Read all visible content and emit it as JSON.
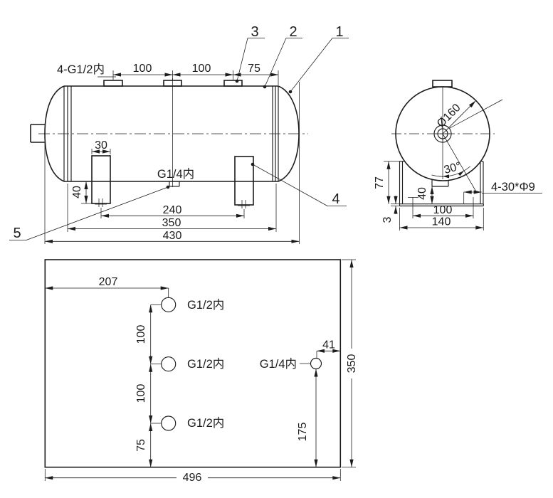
{
  "drawing": {
    "colors": {
      "line": "#1c1c1c",
      "background": "#ffffff"
    },
    "side_view": {
      "ports_label": "4-G1/2内",
      "dim_100a": "100",
      "dim_100b": "100",
      "dim_75": "75",
      "dim_30": "30",
      "dim_40": "40",
      "drain_label": "G1/4内",
      "dim_240": "240",
      "dim_350": "350",
      "dim_430": "430",
      "callout_1": "1",
      "callout_2": "2",
      "callout_3": "3",
      "callout_4": "4",
      "callout_5": "5"
    },
    "end_view": {
      "dim_diameter": "Ø160",
      "dim_angle": "30°",
      "dim_77": "77",
      "dim_40": "40",
      "dim_3": "3",
      "dim_100": "100",
      "dim_140": "140",
      "slots_label": "4-30*Φ9"
    },
    "plan_view": {
      "dim_207": "207",
      "dim_100a": "100",
      "dim_100b": "100",
      "dim_75": "75",
      "port_labels": [
        "G1/2内",
        "G1/2内",
        "G1/2内"
      ],
      "drain_label": "G1/4内",
      "dim_41": "41",
      "dim_175": "175",
      "dim_350": "350",
      "dim_496": "496"
    }
  }
}
